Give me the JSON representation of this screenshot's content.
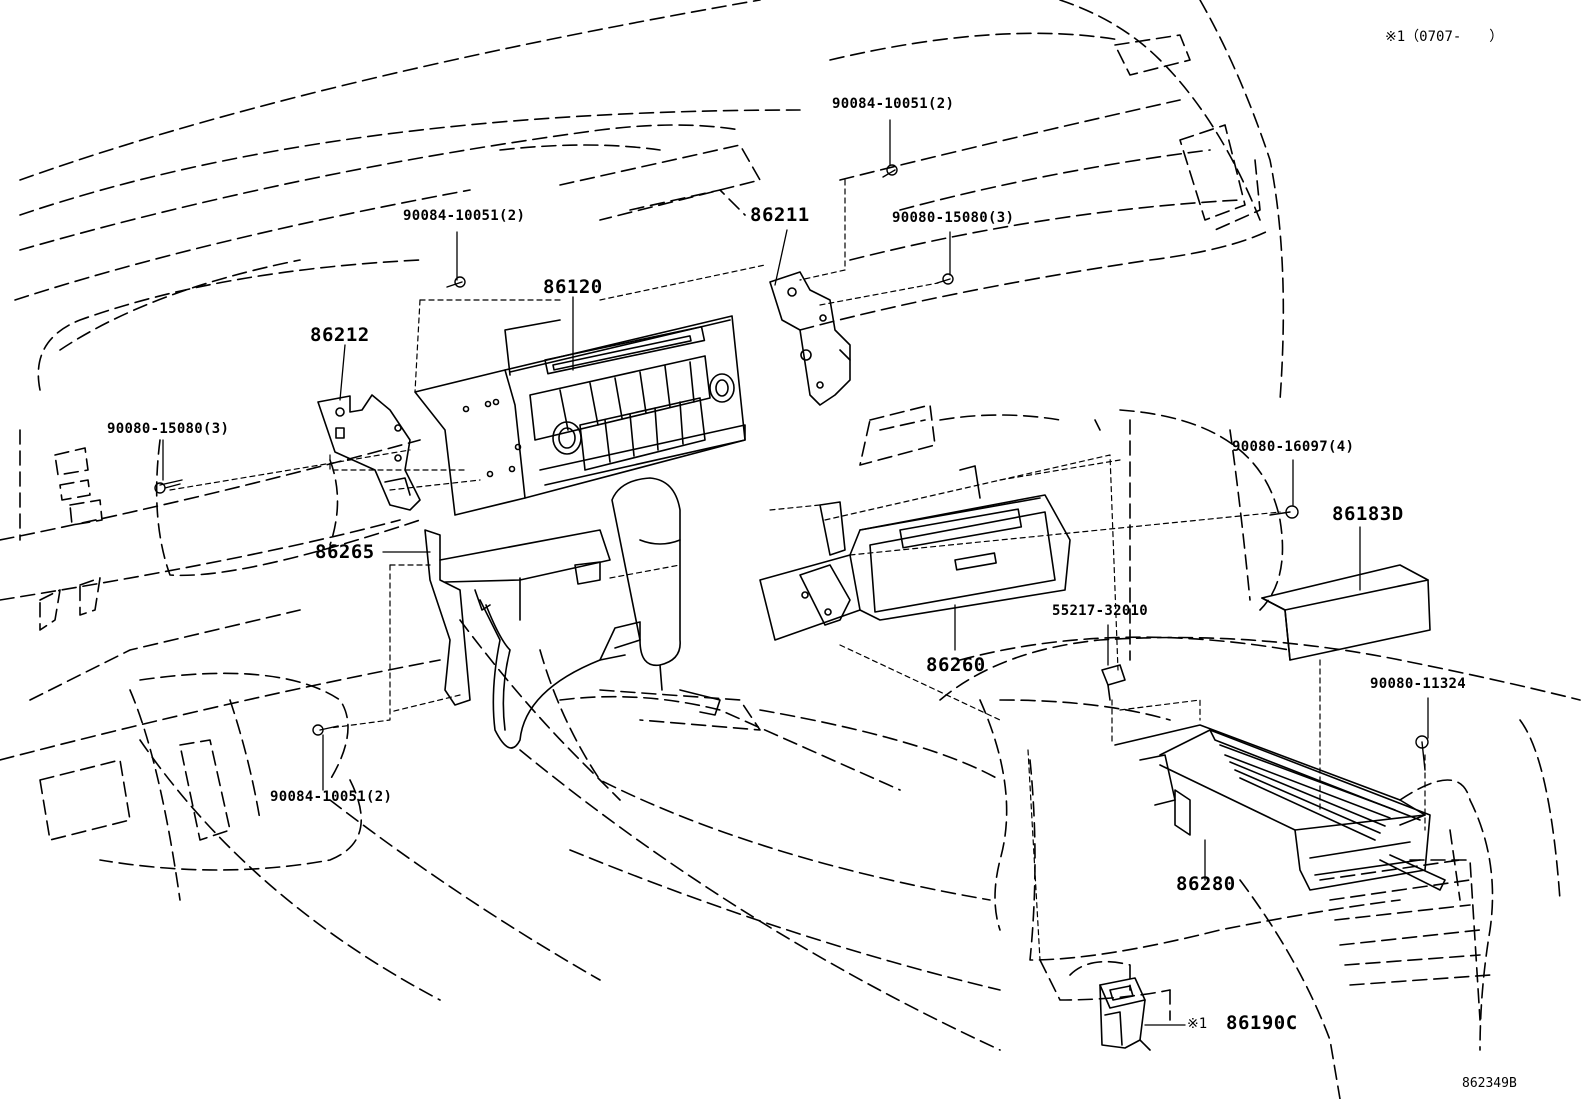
{
  "header": {
    "note": "※1（0707-　　）"
  },
  "footer": {
    "code": "862349B"
  },
  "parts": {
    "p86120": "86120",
    "p86211": "86211",
    "p86212": "86212",
    "p86265": "86265",
    "p86260": "86260",
    "p86280": "86280",
    "p86183D": "86183D",
    "p86190C": "86190C",
    "p55217": "55217-32010",
    "s1": "90084-10051(2)",
    "s2": "90084-10051(2)",
    "s3": "90080-15080(3)",
    "s4": "90080-15080(3)",
    "s5": "90084-10051(2)",
    "s6": "90080-16097(4)",
    "s7": "90080-11324",
    "mark": "※1"
  }
}
